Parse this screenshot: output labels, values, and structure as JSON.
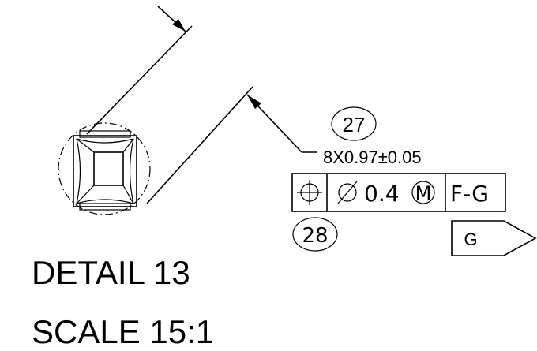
{
  "detail": {
    "title": "DETAIL 13",
    "scale": "SCALE 15:1"
  },
  "balloons": {
    "top": "27",
    "bottom": "28"
  },
  "dimension": {
    "text": "8X0.97±0.05"
  },
  "feature_control_frame": {
    "symbol": "⌖",
    "diameter_symbol": "∅",
    "tolerance": "0.4",
    "modifier": "M",
    "datum": "F-G"
  },
  "datum_flag": {
    "label": "G"
  }
}
